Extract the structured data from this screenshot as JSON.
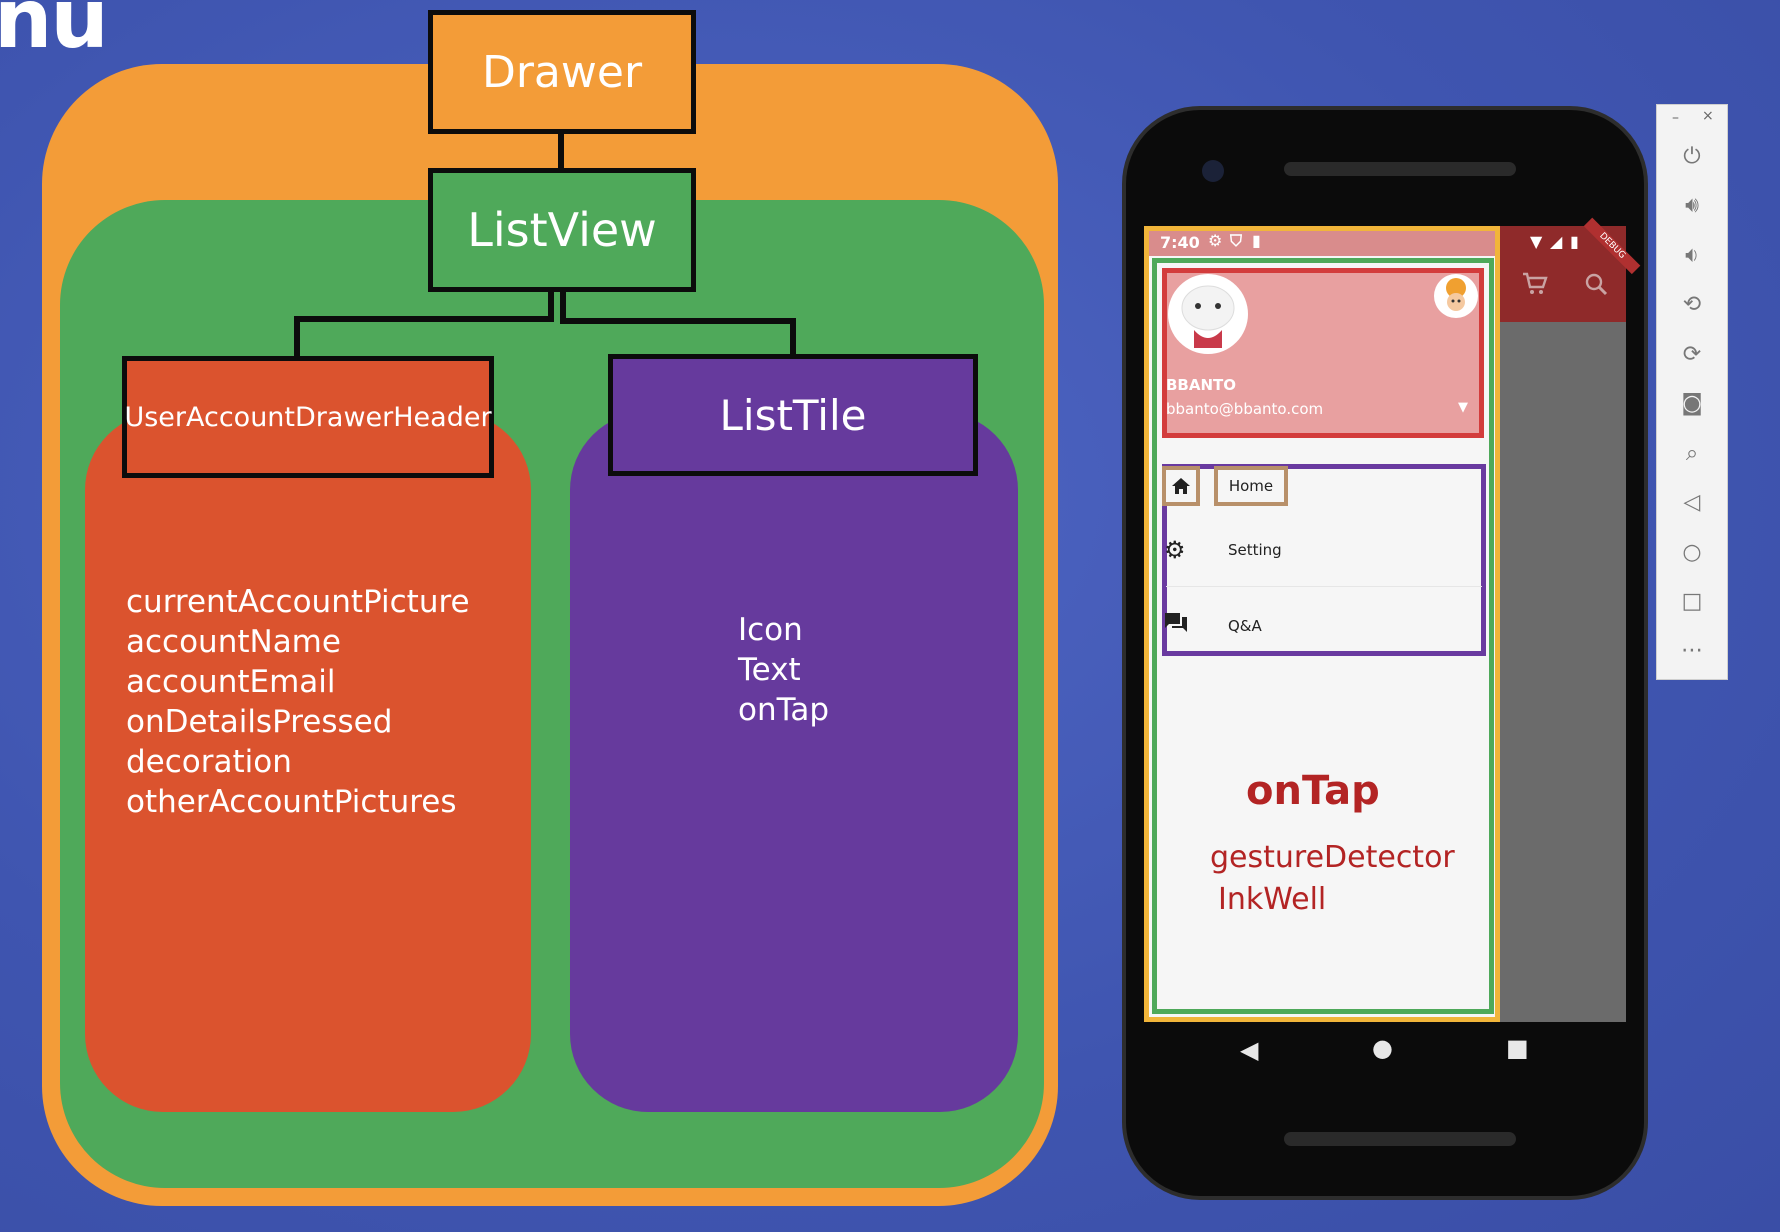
{
  "corner_text": "nu",
  "diagram": {
    "drawer": "Drawer",
    "listview": "ListView",
    "uadh": "UserAccountDrawerHeader",
    "listtile": "ListTile",
    "uadh_props": [
      "currentAccountPicture",
      "accountName",
      "accountEmail",
      "onDetailsPressed",
      "decoration",
      "otherAccountPictures"
    ],
    "listtile_props": [
      "Icon",
      "Text",
      "onTap"
    ]
  },
  "phone": {
    "time": "7:40",
    "account_name": "BBANTO",
    "account_email": "bbanto@bbanto.com",
    "debug": "DEBUG",
    "tiles": [
      {
        "icon": "home-icon",
        "label": "Home"
      },
      {
        "icon": "gear-icon",
        "label": "Setting"
      },
      {
        "icon": "chat-icon",
        "label": "Q&A"
      }
    ],
    "ontap": "onTap",
    "gesture": "gestureDetector",
    "inkwell": "InkWell"
  },
  "toolbar": {
    "minimize": "–",
    "close": "×",
    "icons": [
      "power-icon",
      "volume-up-icon",
      "volume-down-icon",
      "rotate-left-icon",
      "rotate-right-icon",
      "camera-icon",
      "zoom-icon",
      "back-icon",
      "home-circle-icon",
      "overview-icon",
      "more-icon"
    ]
  },
  "colors": {
    "drawer": "#f39c38",
    "listview": "#4fa95a",
    "header": "#db532e",
    "listtile": "#663a9d",
    "accent_red": "#b32424"
  }
}
